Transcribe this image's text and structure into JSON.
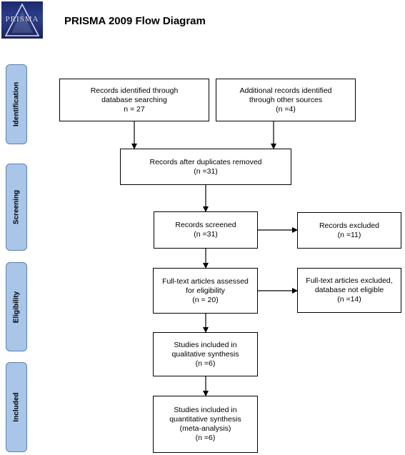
{
  "header": {
    "logo_text": "PRISMA",
    "title": "PRISMA 2009 Flow Diagram"
  },
  "phases": [
    {
      "label": "Identification"
    },
    {
      "label": "Screening"
    },
    {
      "label": "Eligibility"
    },
    {
      "label": "Included"
    }
  ],
  "boxes": {
    "db_search": {
      "line1": "Records identified through",
      "line2": "database searching",
      "count": "n = 27"
    },
    "other_sources": {
      "line1": "Additional records identified",
      "line2": "through other sources",
      "count": "(n =4)"
    },
    "after_duplicates": {
      "line1": "Records after duplicates removed",
      "count": "(n =31)"
    },
    "screened": {
      "line1": "Records screened",
      "count": "(n =31)"
    },
    "excluded": {
      "line1": "Records excluded",
      "count": "(n =11)"
    },
    "fulltext_assessed": {
      "line1": "Full-text articles assessed",
      "line2": "for eligibility",
      "count": "(n = 20)"
    },
    "fulltext_excluded": {
      "line1": "Full-text articles excluded,",
      "line2": "database not eligible",
      "count": "(n =14)"
    },
    "qualitative": {
      "line1": "Studies included in",
      "line2": "qualitative synthesis",
      "count": "(n =6)"
    },
    "quantitative": {
      "line1": "Studies included in",
      "line2": "quantitative synthesis",
      "line3": "(meta-analysis)",
      "count": "(n =6)"
    }
  },
  "colors": {
    "phase_fill": "#a9c6e8",
    "phase_border": "#5b7fb5",
    "logo": "#1c2a6b"
  }
}
